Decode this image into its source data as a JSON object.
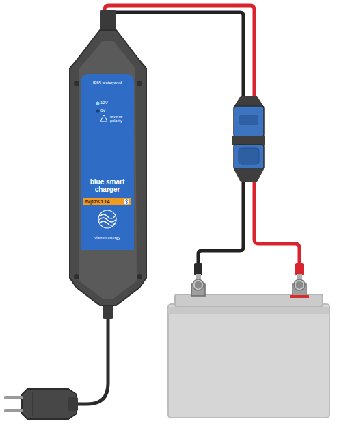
{
  "diagram": {
    "nodes": [
      {
        "text": [
          "IP65 waterproof",
          "12V",
          "6V",
          "reverse polarity",
          "blue smart charger",
          "victron energy"
        ]
      },
      {
        "text": [
          "6V|12V-1.1A"
        ],
        "in": 0
      }
    ]
  }
}
